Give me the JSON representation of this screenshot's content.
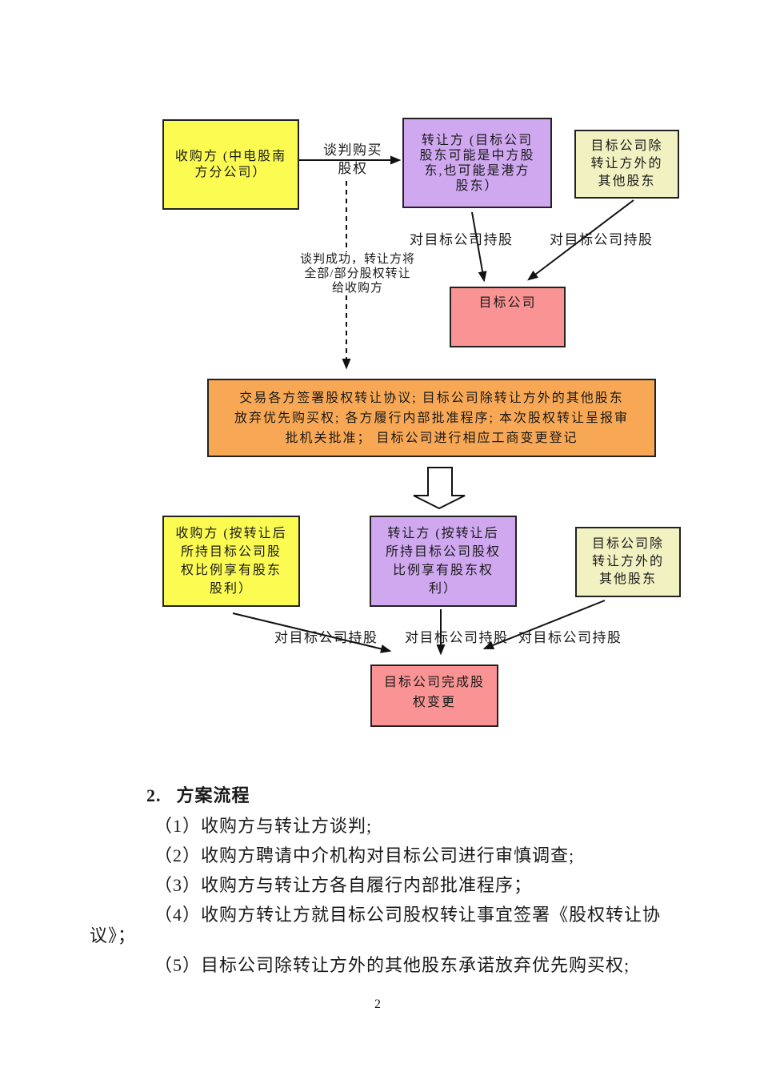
{
  "page": {
    "number": "2"
  },
  "diagram": {
    "colors": {
      "yellow": "#FBFB52",
      "lavender": "#CFA8F0",
      "pale_yellow": "#F1F1C1",
      "rose": "#FA9494",
      "orange": "#F8A854"
    },
    "boxes": {
      "acquirer_top": "收购方 (中电股南\n方分公司）",
      "transferor_top": "转让方 (目标公司\n股东可能是中方股\n东,也可能是港方\n股东）",
      "others_top": "目标公司除\n转让方外的\n其他股东",
      "target_top": "目标公司",
      "agreement": "交易各方签署股权转让协议; 目标公司除转让方外的其他股东\n放弃优先购买权; 各方履行内部批准程序; 本次股权转让呈报审\n批机关批准；  目标公司进行相应工商变更登记",
      "acquirer_bottom": "收购方 (按转让后\n所持目标公司股\n权比例享有股东\n股利）",
      "transferor_bottom": "转让方 (按转让后\n所持目标公司股权\n比例享有股东权\n利）",
      "others_bottom": "目标公司除\n转让方外的\n其他股东",
      "target_bottom": "目标公司完成股\n权变更"
    },
    "labels": {
      "negotiate_buy": "谈判购买\n股权",
      "negotiation_success": "谈判成功，转让方将\n全部/部分股权转让\n给收购方",
      "holding_top_1": "对目标公司持股",
      "holding_top_2": "对目标公司持股",
      "holding_bottom_1": "对目标公司持股",
      "holding_bottom_2": "对目标公司持股",
      "holding_bottom_3": "对目标公司持股"
    }
  },
  "body": {
    "heading_number": "2.",
    "heading_title": "方案流程",
    "items": [
      "（1）收购方与转让方谈判;",
      "（2）收购方聘请中介机构对目标公司进行审慎调查;",
      "（3）收购方与转让方各自履行内部批准程序；",
      "（4）收购方转让方就目标公司股权转让事宜签署《股权转让协\n议》；",
      "（5）目标公司除转让方外的其他股东承诺放弃优先购买权;"
    ]
  }
}
